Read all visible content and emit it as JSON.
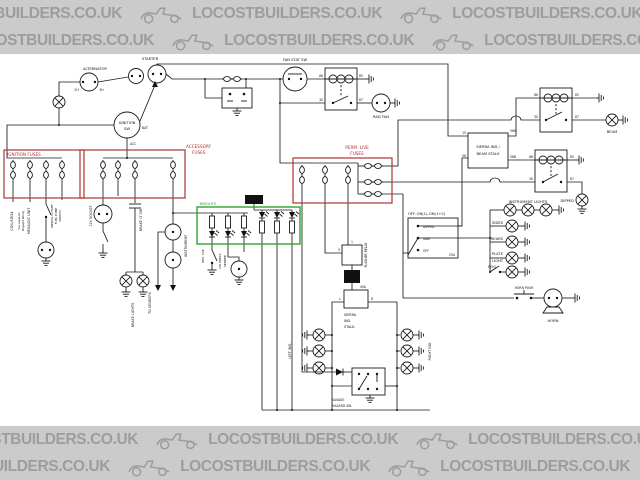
{
  "watermark": {
    "text": "LOCOSTBUILDERS.CO.UK",
    "bg": "#cbcbcb",
    "fg": "#9d9d9d"
  },
  "colors": {
    "wire": "#1a1a1a",
    "fuse_box_red": "#b03434",
    "led_box_green": "#2fa32f",
    "background": "#ffffff"
  },
  "diagram": {
    "charging": {
      "alternator": "ALTERNATOR",
      "d_plus": "D+",
      "b_plus": "B+",
      "starter": "STARTER"
    },
    "ignition_switch": {
      "line1": "IGNITION",
      "line2": "SW",
      "bat": "BAT",
      "acc": "ACC"
    },
    "fan": {
      "stat_sw": "FAN STAT SW",
      "rad_fan": "RAD FAN"
    },
    "relay_terminals": {
      "t86": "86",
      "t85": "85",
      "t30": "30",
      "t87": "87"
    },
    "fuse_boxes": {
      "ignition": "IGNITION FUSES",
      "accessory1": "ACCESSORY",
      "accessory2": "FUSES",
      "perm1": "PERM. LIVE",
      "perm2": "FUSES"
    },
    "ignition_circuits": {
      "coil": "COIL/EDIS4",
      "note1": "See separate",
      "note2": "Megajolt Wiring",
      "megajolt": "MEGAJOLT UNIT",
      "inertia1": "INERTIA CUTOFF",
      "inertia2": "FUEL PUMP",
      "inertia3": "SWITCH"
    },
    "accessory_circuits": {
      "socket": "12V SOCKET",
      "brake_sw": "BRAKE LT SW",
      "brake_lights": "BRAKE LIGHTS",
      "instrument": "INSTRUMENT",
      "to_senders": "TO SENDERS"
    },
    "warning_leds": {
      "title": "BRIGHTS",
      "res_cap": "RES. CAP",
      "oil1": "OIL PRESS",
      "oil2": "SENDER"
    },
    "light_switch": {
      "title": "OFF-ON(1)-ON(1+2)",
      "pos1": "DIPPED",
      "pos2": "SIDE",
      "pos3": "OFF",
      "rating": "25A"
    },
    "beam_stalk": {
      "line1": "SIERRA IND /",
      "line2": "BEAM STALK",
      "t15": "15",
      "t56": "56",
      "t56a": "56A",
      "t56b": "56B"
    },
    "headlights": {
      "beam": "BEAM",
      "dipped": "DIPPED"
    },
    "lighting": {
      "instrument_lights": "INSTRUMENT LIGHTS",
      "sides": "SIDES",
      "rears": "REARS",
      "plate1": "PLATE",
      "plate2": "LIGHT",
      "fog": "FOG"
    },
    "horn": {
      "push": "HORN PUSH",
      "horn": "HORN"
    },
    "indicators": {
      "flasher": "FLASHER RELAY",
      "t1": "1",
      "t5": "5",
      "t49a": "49A",
      "l": "L",
      "r": "R",
      "stalk1": "SIERRA",
      "stalk2": "IND.",
      "stalk3": "STALK.",
      "left": "LEFT IND.",
      "right": "RIGHT IND.",
      "hazard1": "SAVAGE",
      "hazard2": "HAZARD SW."
    }
  }
}
